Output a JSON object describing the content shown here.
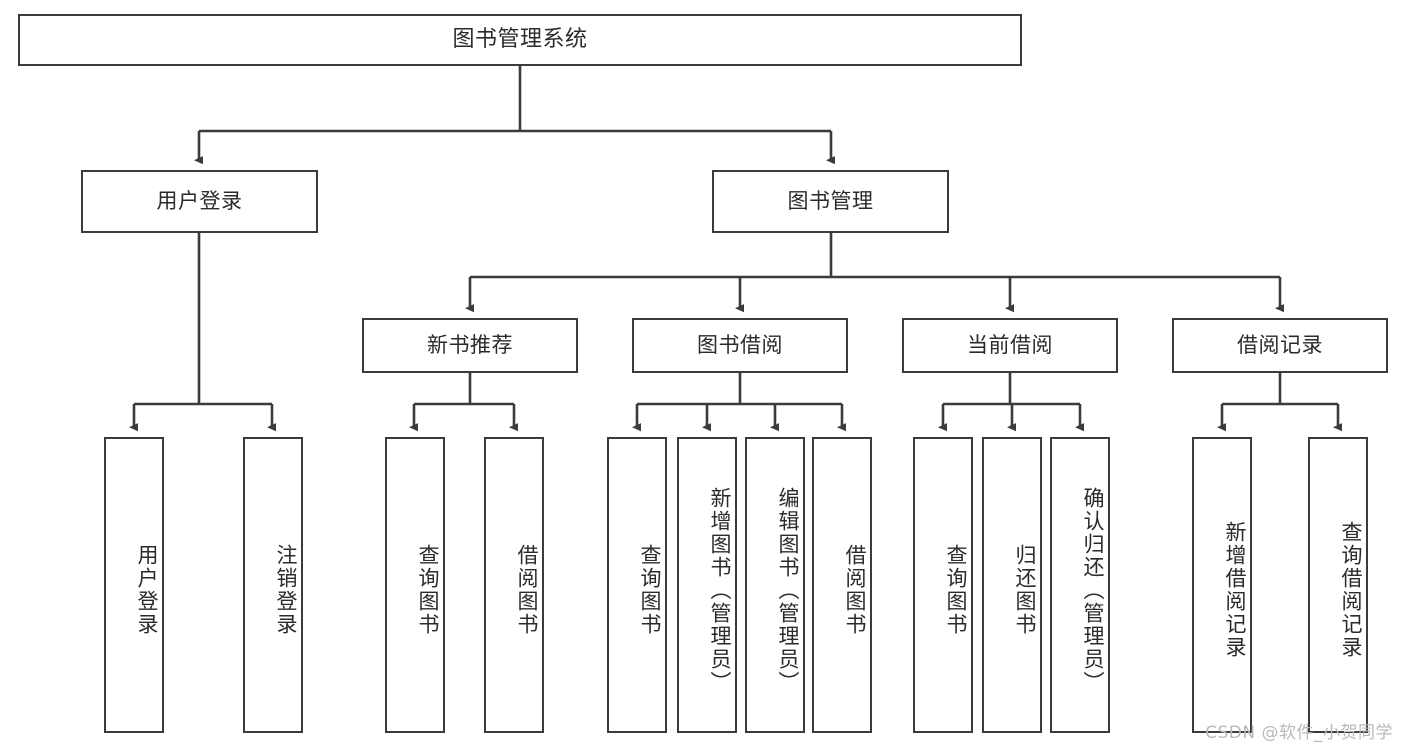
{
  "diagram": {
    "title": "图书管理系统",
    "type": "tree-hierarchy-diagram",
    "colors": {
      "box_border": "#3b3b3b",
      "box_fill": "#ffffff",
      "edge": "#3b3b3b",
      "text": "#2b2b2b",
      "watermark": "#b9b9b9",
      "background": "#ffffff"
    },
    "root": {
      "label": "图书管理系统"
    },
    "level1": [
      {
        "label": "用户登录"
      },
      {
        "label": "图书管理"
      }
    ],
    "level2": [
      {
        "label": "新书推荐"
      },
      {
        "label": "图书借阅"
      },
      {
        "label": "当前借阅"
      },
      {
        "label": "借阅记录"
      }
    ],
    "leaves": {
      "user_login": [
        {
          "label": "用户登录"
        },
        {
          "label": "注销登录"
        }
      ],
      "new_book_recommend": [
        {
          "label": "查询图书"
        },
        {
          "label": "借阅图书"
        }
      ],
      "book_borrow": [
        {
          "label": "查询图书"
        },
        {
          "label": "新增图书（管理员）"
        },
        {
          "label": "编辑图书（管理员）"
        },
        {
          "label": "借阅图书"
        }
      ],
      "current_borrow": [
        {
          "label": "查询图书"
        },
        {
          "label": "归还图书"
        },
        {
          "label": "确认归还（管理员）"
        }
      ],
      "borrow_record": [
        {
          "label": "新增借阅记录"
        },
        {
          "label": "查询借阅记录"
        }
      ]
    },
    "watermark": "CSDN @软件_小贺同学"
  }
}
